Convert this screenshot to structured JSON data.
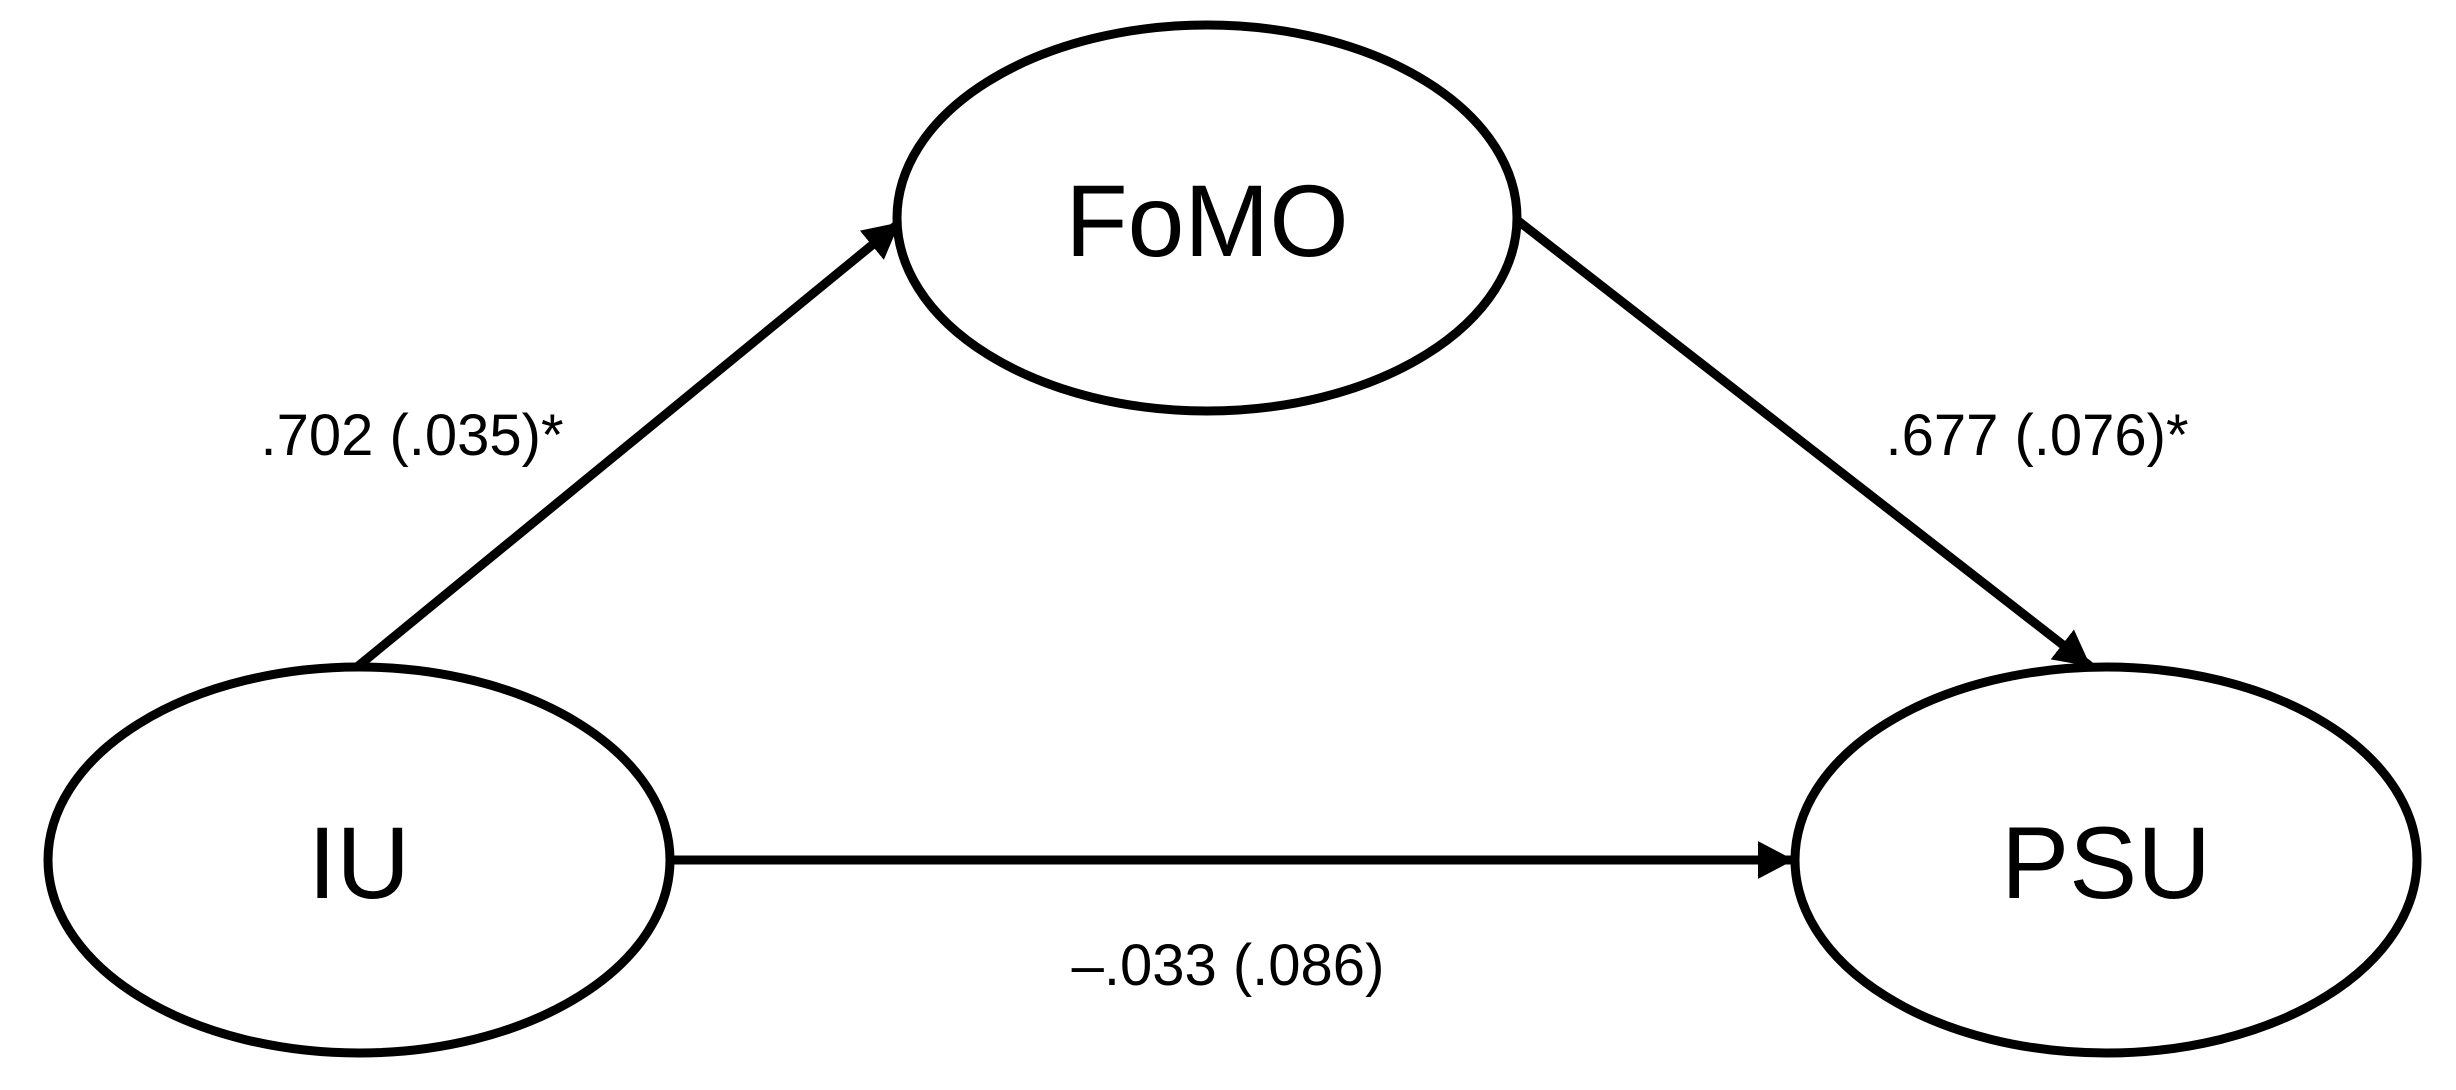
{
  "diagram": {
    "type": "mediation-path-model",
    "colors": {
      "background": "#ffffff",
      "stroke": "#000000",
      "text": "#000000"
    },
    "nodes": [
      {
        "id": "iu",
        "label": "IU",
        "shape": "ellipse"
      },
      {
        "id": "fomo",
        "label": "FoMO",
        "shape": "ellipse"
      },
      {
        "id": "psu",
        "label": "PSU",
        "shape": "ellipse"
      }
    ],
    "paths": [
      {
        "id": "iu-to-fomo",
        "from": "IU",
        "to": "FoMO",
        "label": ".702 (.035)*"
      },
      {
        "id": "fomo-to-psu",
        "from": "FoMO",
        "to": "PSU",
        "label": ".677 (.076)*"
      },
      {
        "id": "iu-to-psu",
        "from": "IU",
        "to": "PSU",
        "label": "–.033 (.086)"
      }
    ]
  }
}
